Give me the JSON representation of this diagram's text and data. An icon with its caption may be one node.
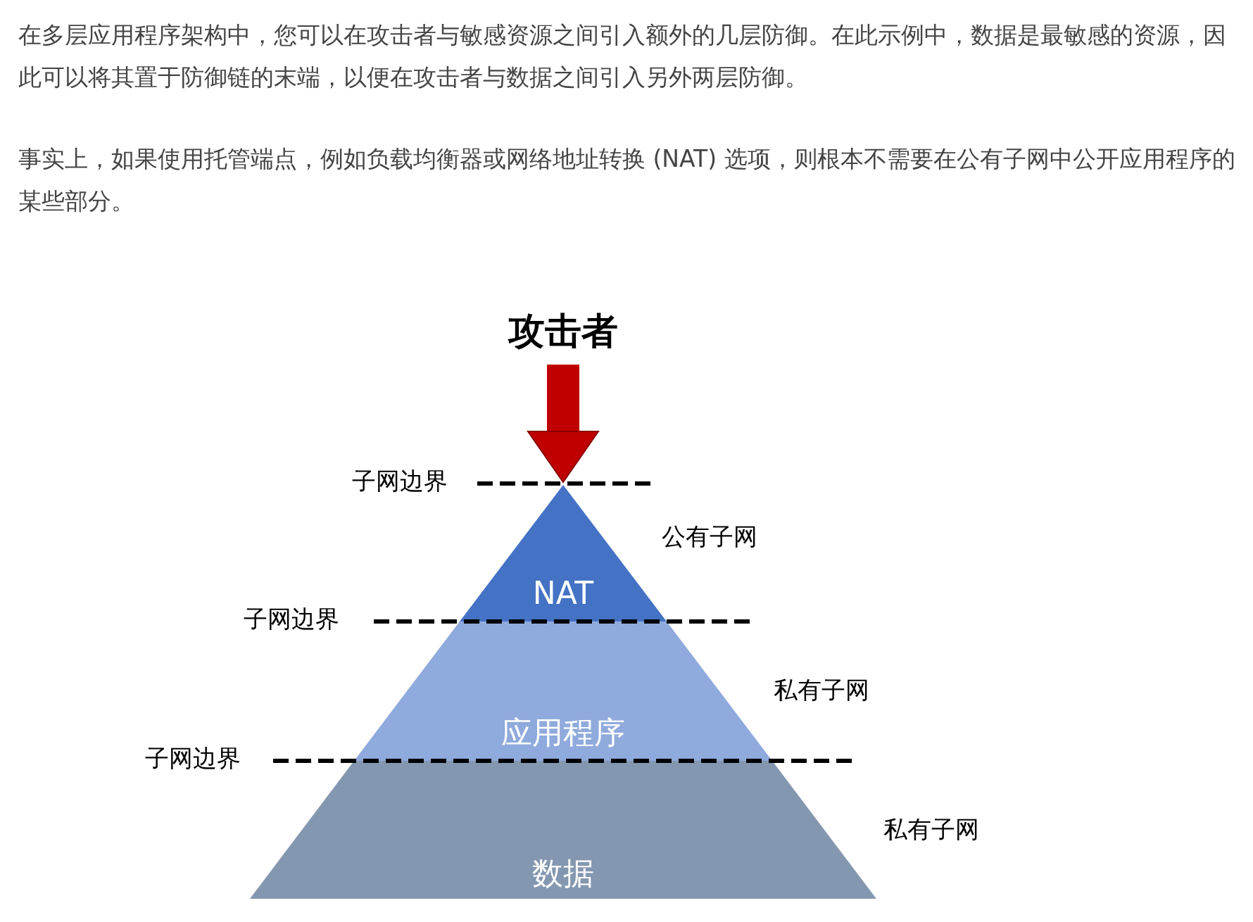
{
  "diagram": {
    "nodes": [
      {
        "text": [
          "攻击者"
        ]
      },
      {
        "text": [
          "NAT"
        ],
        "beside": [
          "公有子网"
        ]
      },
      {
        "text": [
          "应用程序"
        ],
        "beside": [
          "私有子网"
        ]
      },
      {
        "text": [
          "数据"
        ],
        "beside": [
          "私有子网"
        ]
      }
    ],
    "edges": [
      {
        "from": 0,
        "to": 1,
        "arrow": "to"
      }
    ],
    "labels": [
      "在多层应用程序架构中，您可以在攻击者与敏感资源之间引入额外的几层防御。在此示例中，数据是最敏感的资源，因此可以将其置于防御链的末端，以便在攻击者与数据之间引入另外两层防御。",
      "事实上，如果使用托管端点，例如负载均衡器或网络地址转换 (NAT) 选项，则根本不需要在公有子网中公开应用程序的某些部分。",
      "子网边界",
      "子网边界",
      "子网边界"
    ]
  }
}
